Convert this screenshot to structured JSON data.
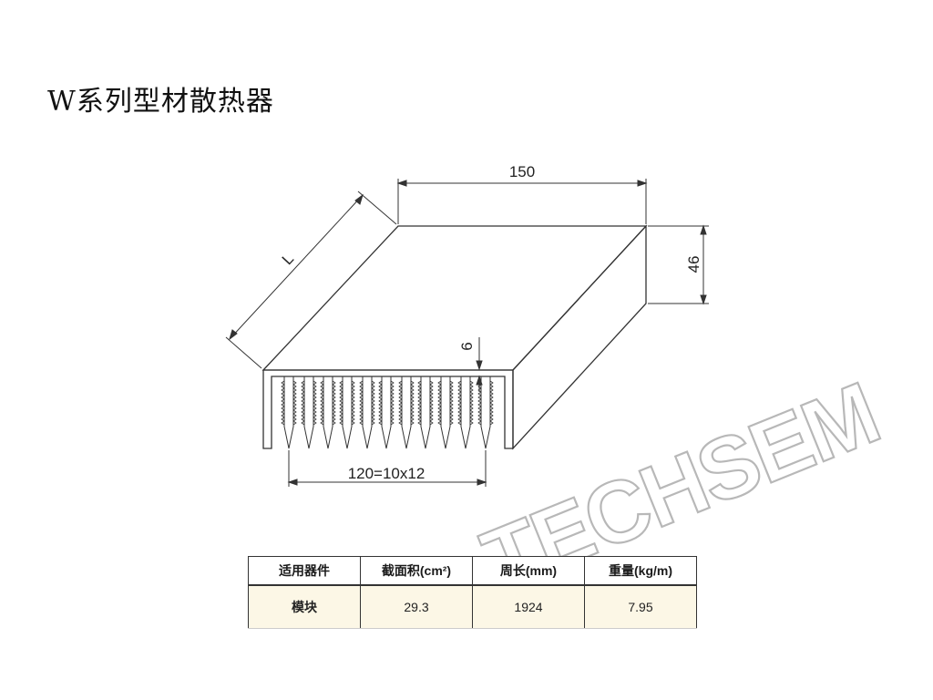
{
  "title": "W系列型材散热器",
  "drawing": {
    "dim_width": "150",
    "dim_height": "46",
    "dim_length": "L",
    "dim_fin_depth": "6",
    "dim_fin_span": "120=10x12"
  },
  "table": {
    "headers": [
      "适用器件",
      "截面积(cm²)",
      "周长(mm)",
      "重量(kg/m)"
    ],
    "rows": [
      [
        "模块",
        "29.3",
        "1924",
        "7.95"
      ]
    ]
  },
  "watermark": "TECHSEM"
}
